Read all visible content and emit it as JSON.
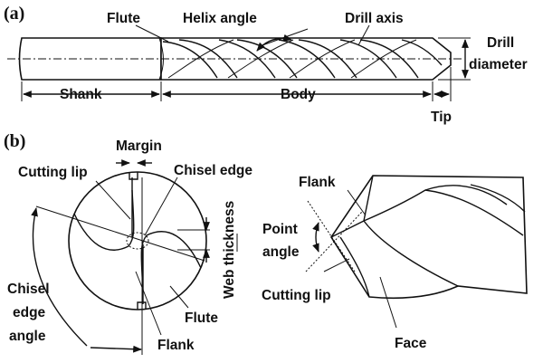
{
  "panel_a": {
    "label": "(a)",
    "labels": {
      "flute": "Flute",
      "helix_angle": "Helix angle",
      "drill_axis": "Drill axis",
      "drill_diameter_1": "Drill",
      "drill_diameter_2": "diameter",
      "shank": "Shank",
      "body": "Body",
      "tip": "Tip"
    }
  },
  "panel_b": {
    "label": "(b)",
    "labels": {
      "margin": "Margin",
      "cutting_lip": "Cutting lip",
      "chisel_edge": "Chisel edge",
      "web_thickness": "Web thickness",
      "chisel_edge_angle_1": "Chisel",
      "chisel_edge_angle_2": "edge",
      "chisel_edge_angle_3": "angle",
      "flute": "Flute",
      "flank": "Flank",
      "flank_side": "Flank",
      "point_angle_1": "Point",
      "point_angle_2": "angle",
      "cutting_lip_side": "Cutting lip",
      "face": "Face"
    }
  }
}
